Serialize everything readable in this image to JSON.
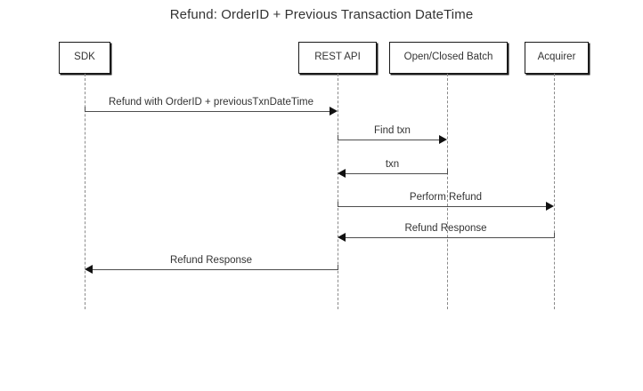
{
  "diagram": {
    "type": "sequence-diagram",
    "title": "Refund: OrderID + Previous Transaction DateTime",
    "background_color": "#ffffff",
    "line_color": "#4d4d4d",
    "box_border_color": "#1a1a1a",
    "text_color": "#333333",
    "participants": [
      {
        "id": "sdk",
        "label": "SDK"
      },
      {
        "id": "rest-api",
        "label": "REST API"
      },
      {
        "id": "batch",
        "label": "Open/Closed Batch"
      },
      {
        "id": "acquirer",
        "label": "Acquirer"
      }
    ],
    "messages": [
      {
        "index": 1,
        "label": "Refund with OrderID + previousTxnDateTime",
        "from": "sdk",
        "to": "rest-api",
        "direction": "right"
      },
      {
        "index": 2,
        "label": "Find txn",
        "from": "rest-api",
        "to": "batch",
        "direction": "right"
      },
      {
        "index": 3,
        "label": "txn",
        "from": "batch",
        "to": "rest-api",
        "direction": "left"
      },
      {
        "index": 4,
        "label": "Perform Refund",
        "from": "rest-api",
        "to": "acquirer",
        "direction": "right"
      },
      {
        "index": 5,
        "label": "Refund Response",
        "from": "acquirer",
        "to": "rest-api",
        "direction": "left"
      },
      {
        "index": 6,
        "label": "Refund Response",
        "from": "rest-api",
        "to": "sdk",
        "direction": "left"
      }
    ]
  }
}
